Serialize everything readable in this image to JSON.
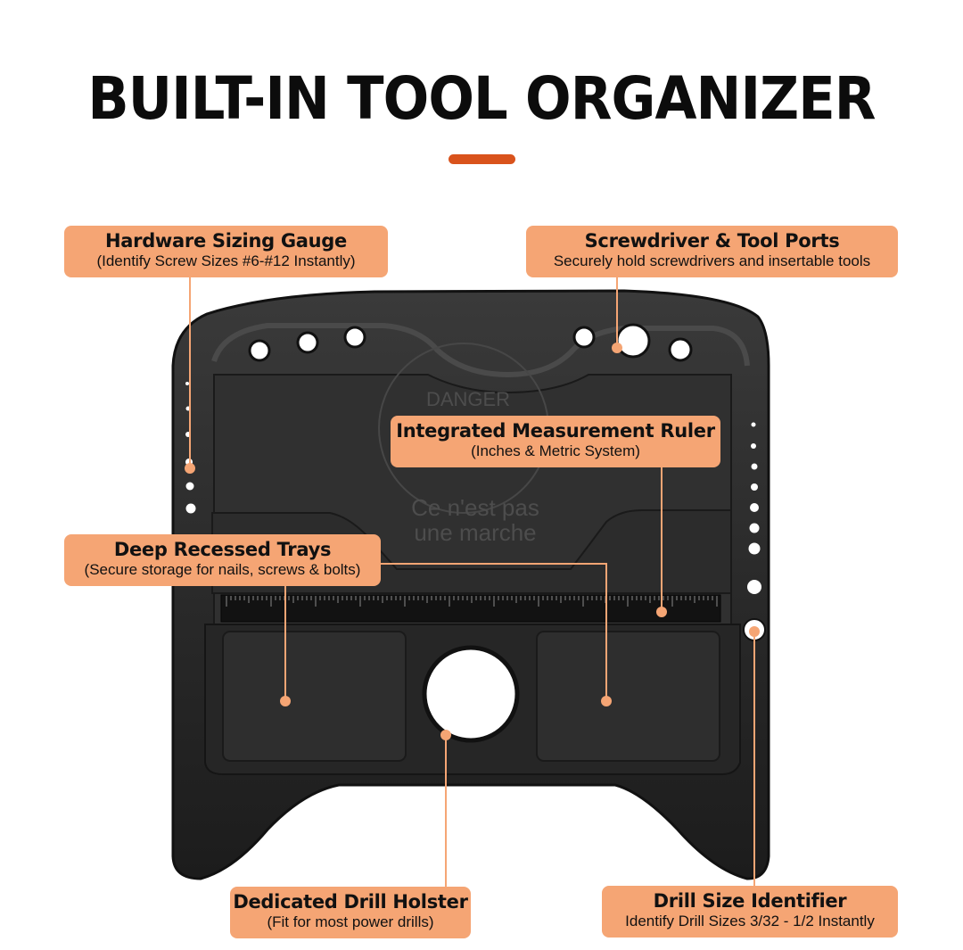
{
  "header": {
    "title": "BUILT-IN TOOL ORGANIZER",
    "accent_color": "#d9531c"
  },
  "callout_color": "#f5a574",
  "leader_color": "#f5a574",
  "product": {
    "body_color": "#262626",
    "stamp_word": "DANGER",
    "stamp_line1": "Ce n'est pas",
    "stamp_line2": "une marche"
  },
  "callouts": {
    "hardware_gauge": {
      "title": "Hardware Sizing Gauge",
      "subtitle": "(Identify Screw Sizes #6-#12 Instantly)"
    },
    "tool_ports": {
      "title": "Screwdriver & Tool Ports",
      "subtitle": "Securely hold screwdrivers and insertable tools"
    },
    "ruler": {
      "title": "Integrated Measurement Ruler",
      "subtitle": "(Inches & Metric System)"
    },
    "trays": {
      "title": "Deep Recessed Trays",
      "subtitle": "(Secure storage for nails, screws & bolts)"
    },
    "drill_holster": {
      "title": "Dedicated Drill Holster",
      "subtitle": "(Fit for most power drills)"
    },
    "drill_identifier": {
      "title": "Drill Size Identifier",
      "subtitle": "Identify Drill Sizes 3/32 - 1/2 Instantly"
    }
  }
}
